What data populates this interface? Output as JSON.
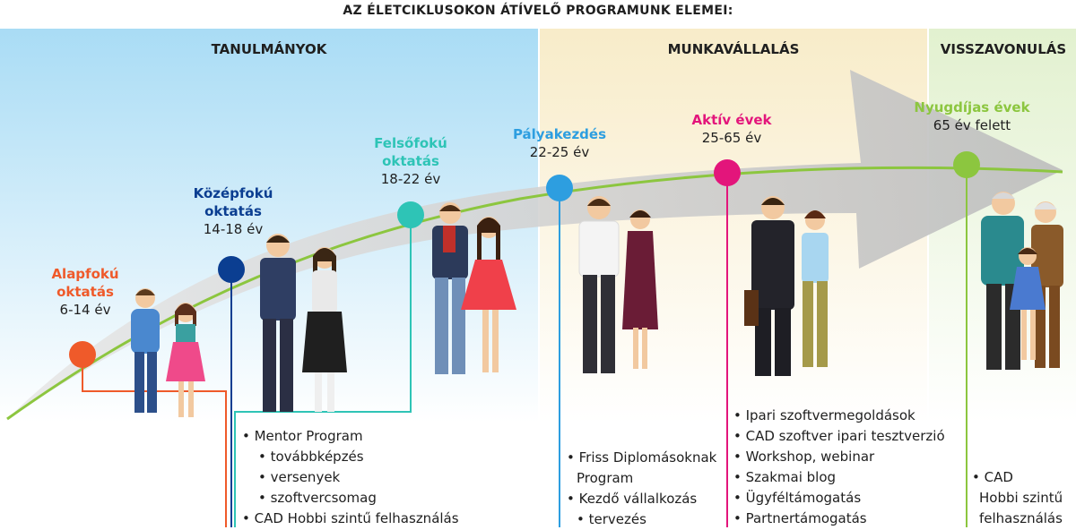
{
  "title": "AZ ÉLETCIKLUSOKON ÁTÍVELŐ PROGRAMUNK ELEMEI:",
  "sections": [
    {
      "name": "TANULMÁNYOK",
      "color": "#a9dcf5"
    },
    {
      "name": "MUNKAVÁLLALÁS",
      "color": "#f8ecc9"
    },
    {
      "name": "VISSZAVONULÁS",
      "color": "#e2f1cf"
    }
  ],
  "stages": [
    {
      "name_lines": [
        "Alapfokú",
        "oktatás"
      ],
      "age": "6-14 év",
      "color": "#ef5a2a"
    },
    {
      "name_lines": [
        "Középfokú",
        "oktatás"
      ],
      "age": "14-18 év",
      "color": "#0b3e91"
    },
    {
      "name_lines": [
        "Felsőfokú",
        "oktatás"
      ],
      "age": "18-22 év",
      "color": "#2ec4b6"
    },
    {
      "name_lines": [
        "Pályakezdés"
      ],
      "age": "22-25 év",
      "color": "#2d9ee0"
    },
    {
      "name_lines": [
        "Aktív évek"
      ],
      "age": "25-65 év",
      "color": "#e3157b"
    },
    {
      "name_lines": [
        "Nyugdíjas évek"
      ],
      "age": "65 év felett",
      "color": "#8cc63f"
    }
  ],
  "lists": {
    "school": [
      {
        "text": "• Mentor Program",
        "level": 0
      },
      {
        "text": "• továbbképzés",
        "level": 1
      },
      {
        "text": "• versenyek",
        "level": 1
      },
      {
        "text": "• szoftvercsomag",
        "level": 1
      },
      {
        "text": "• CAD Hobbi szintű felhasználás",
        "level": 0
      }
    ],
    "career_start": [
      {
        "text": "• Friss Diplomásoknak",
        "level": 0
      },
      {
        "text": "Program",
        "level": 2
      },
      {
        "text": "• Kezdő vállalkozás",
        "level": 0
      },
      {
        "text": "• tervezés",
        "level": 2
      }
    ],
    "active": [
      {
        "text": "• Ipari szoftvermegoldások",
        "level": 0
      },
      {
        "text": "• CAD szoftver ipari tesztverzió",
        "level": 0
      },
      {
        "text": "• Workshop, webinar",
        "level": 0
      },
      {
        "text": "• Szakmai blog",
        "level": 0
      },
      {
        "text": "• Ügyféltámogatás",
        "level": 0
      },
      {
        "text": "• Partnertámogatás",
        "level": 0
      }
    ],
    "retired": [
      {
        "text": "• CAD",
        "level": 0
      },
      {
        "text": "Hobbi szintű",
        "level": 2
      },
      {
        "text": "felhasználás",
        "level": 2
      }
    ]
  },
  "colors": {
    "timeline": "#8cc63f",
    "arrow": "#c9c9c9",
    "text": "#1f1f1f"
  }
}
